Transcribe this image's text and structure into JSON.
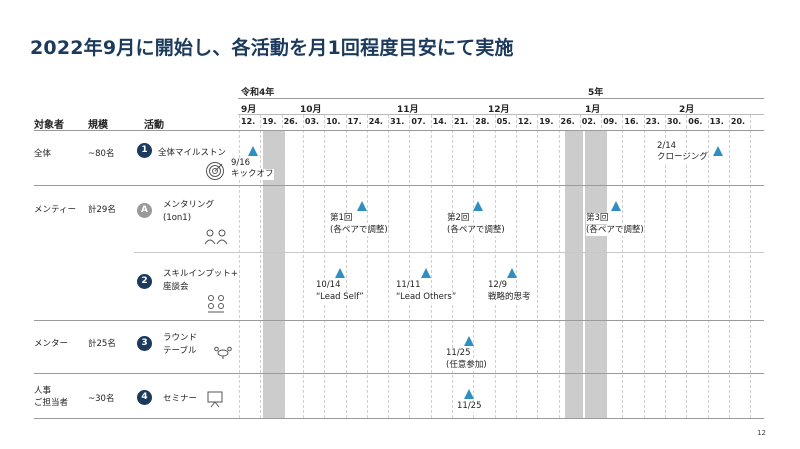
{
  "title": "2022年9月に開始し、各活動を月1回程度目安にて実施",
  "years": {
    "y1": "令和4年",
    "y2": "5年"
  },
  "months": [
    "9月",
    "10月",
    "11月",
    "12月",
    "1月",
    "2月"
  ],
  "days": [
    "12.",
    "19.",
    "26.",
    "03.",
    "10.",
    "17.",
    "24.",
    "31.",
    "07.",
    "14.",
    "21.",
    "28.",
    "05.",
    "12.",
    "19.",
    "26.",
    "02.",
    "09.",
    "16.",
    "23.",
    "30.",
    "06.",
    "13.",
    "20."
  ],
  "headers": {
    "target": "対象者",
    "scale": "規模",
    "activity": "活動"
  },
  "rows": {
    "r1": {
      "target": "全体",
      "scale": "~80名",
      "num": "1",
      "activity": "全体マイルストン"
    },
    "r2": {
      "target": "メンティー",
      "scale": "計29名",
      "num": "A",
      "activity1": "メンタリング",
      "activity2": "(1on1)"
    },
    "r3": {
      "num": "2",
      "activity1": "スキルインプット+",
      "activity2": "座談会"
    },
    "r4": {
      "target": "メンター",
      "scale": "計25名",
      "num": "3",
      "activity1": "ラウンド",
      "activity2": "テーブル"
    },
    "r5": {
      "target1": "人事",
      "target2": "ご担当者",
      "scale": "~30名",
      "num": "4",
      "activity": "セミナー"
    }
  },
  "annotations": {
    "kickoff_date": "9/16",
    "kickoff": "キックオフ",
    "closing_date": "2/14",
    "closing": "クロージング",
    "m1a": "第1回",
    "m1b": "(各ペアで調整)",
    "m2a": "第2回",
    "m2b": "(各ペアで調整)",
    "m3a": "第3回",
    "m3b": "(各ペアで調整)",
    "s1a": "10/14",
    "s1b": "“Lead Self”",
    "s2a": "11/11",
    "s2b": "“Lead Others”",
    "s3a": "12/9",
    "s3b": "戦略的思考",
    "r1a": "11/25",
    "r1b": "(任意参加)",
    "sem": "11/25"
  },
  "page_number": "12",
  "colors": {
    "navy": "#1b3a5c",
    "marker": "#2f8fc1",
    "shade": "#cccccc"
  },
  "icons": [
    "target-icon",
    "people-talking-icon",
    "group-icon",
    "round-table-icon",
    "presentation-board-icon"
  ]
}
